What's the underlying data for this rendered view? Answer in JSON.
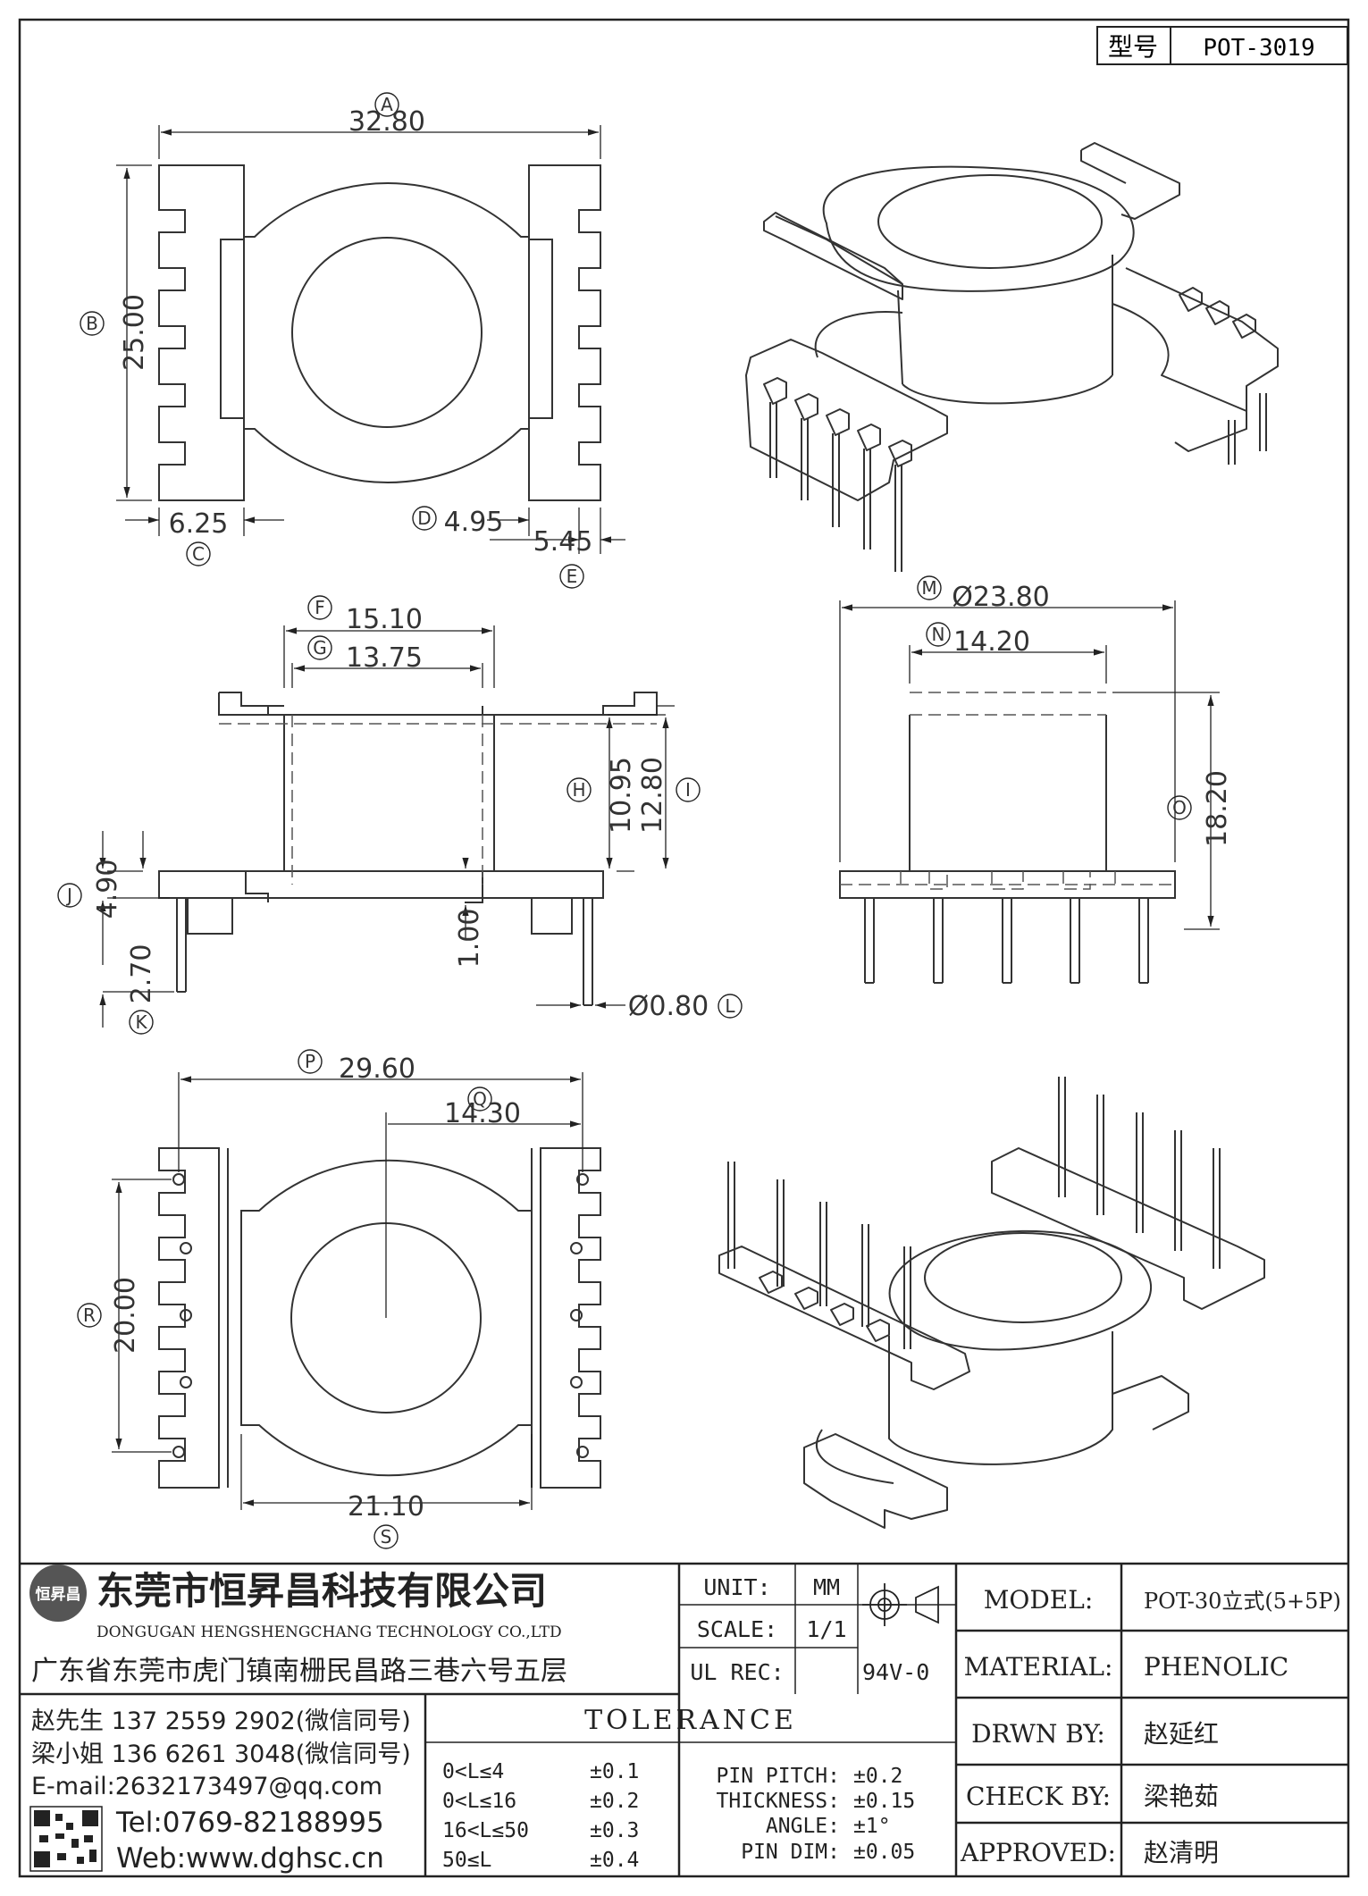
{
  "model_box": {
    "label": "型号",
    "value": "POT-3019"
  },
  "view1": {
    "A": "A",
    "A_val": "32.80",
    "B": "B",
    "B_val": "25.00",
    "C": "C",
    "C_val": "6.25",
    "D": "D",
    "D_val": "4.95",
    "E": "E",
    "E_val": "5.45"
  },
  "view2": {
    "F": "F",
    "F_val": "15.10",
    "G": "G",
    "G_val": "13.75",
    "H": "H",
    "H_val": "10.95",
    "I": "I",
    "I_val": "12.80",
    "J": "J",
    "J_val": "4.90",
    "K": "K",
    "K_val": "2.70",
    "L": "L",
    "L_val": "Ø0.80",
    "extra_val": "1.00"
  },
  "view3": {
    "M": "M",
    "M_val": "Ø23.80",
    "N": "N",
    "N_val": "14.20",
    "O": "O",
    "O_val": "18.20"
  },
  "view4": {
    "P": "P",
    "P_val": "29.60",
    "Q": "Q",
    "Q_val": "14.30",
    "R": "R",
    "R_val": "20.00",
    "S": "S",
    "S_val": "21.10"
  },
  "company": {
    "name_cn": "东莞市恒昇昌科技有限公司",
    "name_en": "DONGUGAN HENGSHENGCHANG TECHNOLOGY CO.,LTD",
    "logo_text": "恒昇昌",
    "address": "广东省东莞市虎门镇南栅民昌路三巷六号五层",
    "contact1": "赵先生 137 2559 2902(微信同号)",
    "contact2": "梁小姐 136 6261 3048(微信同号)",
    "email": "E-mail:2632173497@qq.com",
    "tel": "Tel:0769-82188995",
    "web": "Web:www.dghsc.cn"
  },
  "title_block": {
    "unit_label": "UNIT:",
    "unit_value": "MM",
    "scale_label": "SCALE:",
    "scale_value": "1/1",
    "ulrec_label": "UL REC:",
    "ulrec_value": "94V-0",
    "model_label": "MODEL:",
    "model_value": "POT-30立式(5+5P)",
    "material_label": "MATERIAL:",
    "material_value": "PHENOLIC",
    "drawn_label": "DRWN BY:",
    "drawn_value": "赵延红",
    "check_label": "CHECK BY:",
    "check_value": "梁艳茹",
    "approved_label": "APPROVED:",
    "approved_value": "赵清明"
  },
  "tolerance": {
    "title": "TOLERANCE",
    "rows": [
      {
        "range": "0<L≤4",
        "tol": "±0.1"
      },
      {
        "range": "0<L≤16",
        "tol": "±0.2"
      },
      {
        "range": "16<L≤50",
        "tol": "±0.3"
      },
      {
        "range": "50≤L",
        "tol": "±0.4"
      }
    ],
    "specs": [
      {
        "label": "PIN PITCH:",
        "tol": "±0.2"
      },
      {
        "label": "THICKNESS:",
        "tol": "±0.15"
      },
      {
        "label": "ANGLE:",
        "tol": "±1°"
      },
      {
        "label": "PIN DIM:",
        "tol": "±0.05"
      }
    ]
  }
}
